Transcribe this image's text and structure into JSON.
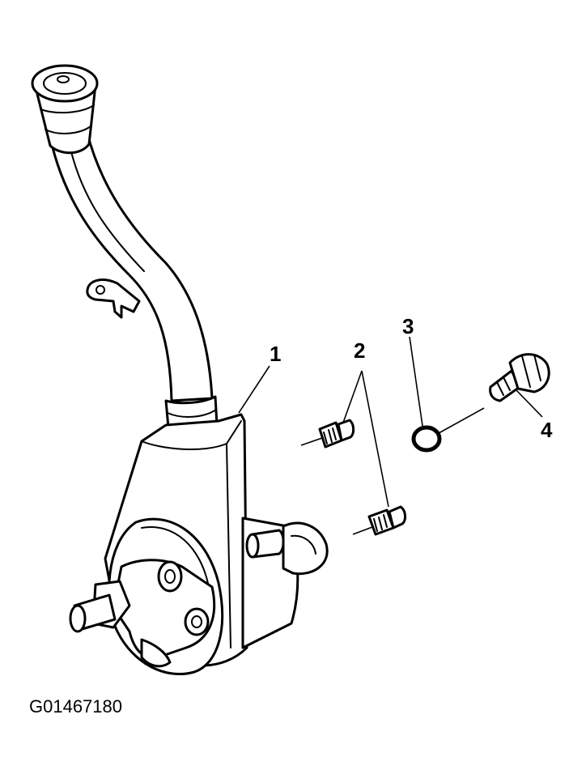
{
  "figure_id": "G01467180",
  "callouts": {
    "c1": "1",
    "c2": "2",
    "c3": "3",
    "c4": "4"
  },
  "colors": {
    "ink": "#000000",
    "background": "#ffffff"
  }
}
